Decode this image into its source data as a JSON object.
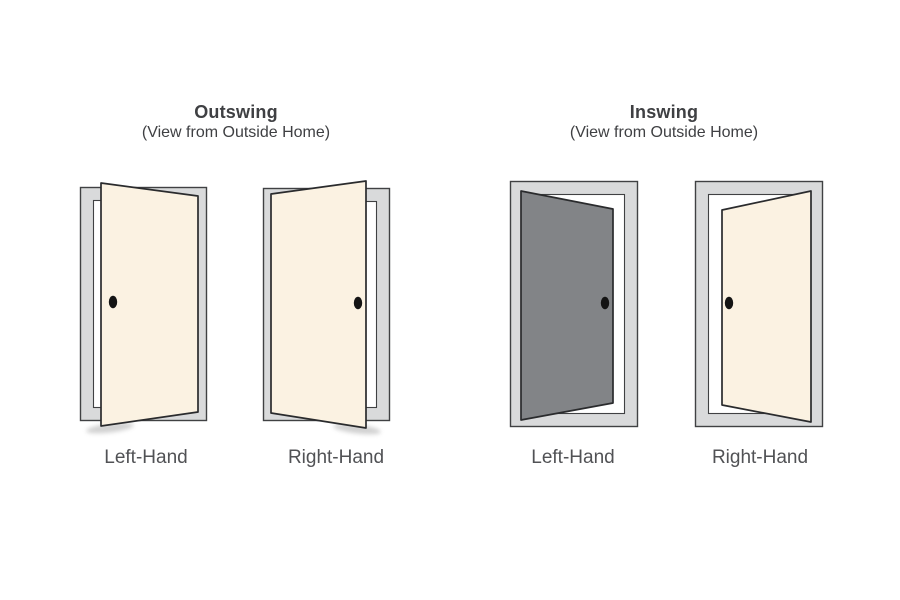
{
  "page": {
    "background": "#ffffff"
  },
  "colors": {
    "door_cream": "#FBF2E2",
    "door_gray": "#828487",
    "frame_gray": "#D9DADB",
    "frame_outline": "#404143",
    "leaf_outline": "#2A2B2D",
    "knob_black": "#141414",
    "title_text": "#3F4043",
    "label_text": "#515255"
  },
  "sections": [
    {
      "id": "outswing",
      "title": "Outswing",
      "subtitle": "(View from Outside Home)",
      "doors": [
        {
          "label": "Left-Hand",
          "swing": "outswing",
          "hinge": "right",
          "leaf_color": "cream"
        },
        {
          "label": "Right-Hand",
          "swing": "outswing",
          "hinge": "left",
          "leaf_color": "cream"
        }
      ]
    },
    {
      "id": "inswing",
      "title": "Inswing",
      "subtitle": "(View from Outside Home)",
      "doors": [
        {
          "label": "Left-Hand",
          "swing": "inswing",
          "hinge": "left",
          "leaf_color": "gray"
        },
        {
          "label": "Right-Hand",
          "swing": "inswing",
          "hinge": "right",
          "leaf_color": "cream"
        }
      ]
    }
  ]
}
